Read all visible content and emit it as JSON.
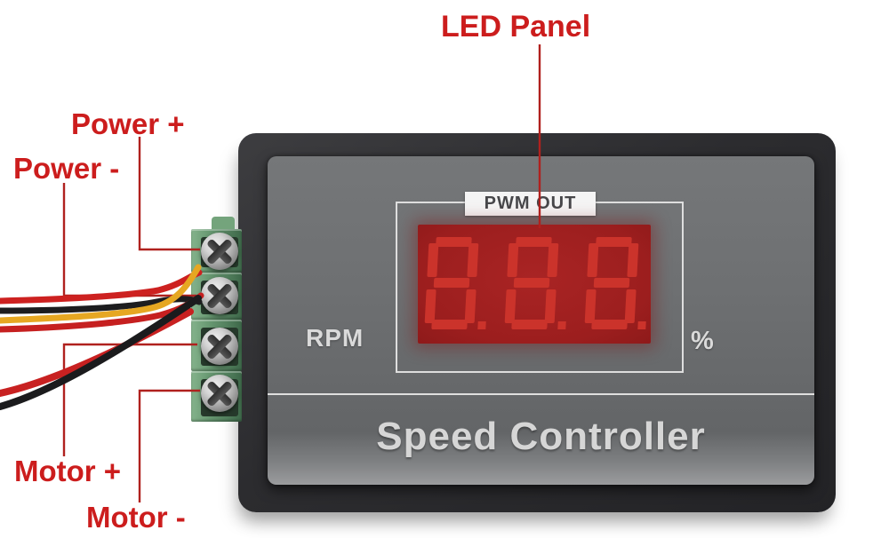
{
  "scene": {
    "background": "#ffffff"
  },
  "annotations": {
    "text_color": "#cc1d1d",
    "leader_color": "#b0211e",
    "led_panel": "LED Panel",
    "power_plus": "Power +",
    "power_minus": "Power -",
    "motor_plus": "Motor +",
    "motor_minus": "Motor -"
  },
  "device": {
    "name": "Speed Controller",
    "pwm_out": "PWM OUT",
    "rpm": "RPM",
    "percent": "%",
    "display": {
      "digits": [
        "8",
        "8",
        "8"
      ],
      "decimal_after_each_digit": true,
      "panel_color": "#9c1e1e",
      "segment_color": "#cb332b"
    },
    "colors": {
      "bezel": "#2c2c2f",
      "front_panel": "#6e7072",
      "display_frame": "#dedede",
      "label_plate": "#f4f4f4",
      "panel_text": "#d6d6d6"
    }
  },
  "hardware": {
    "terminal_block": {
      "color": "#5d8f68",
      "screw_count": 4
    },
    "wire_colors": {
      "yellow": "#e6a722",
      "red": "#cd2120",
      "black": "#1d1d1f"
    }
  }
}
